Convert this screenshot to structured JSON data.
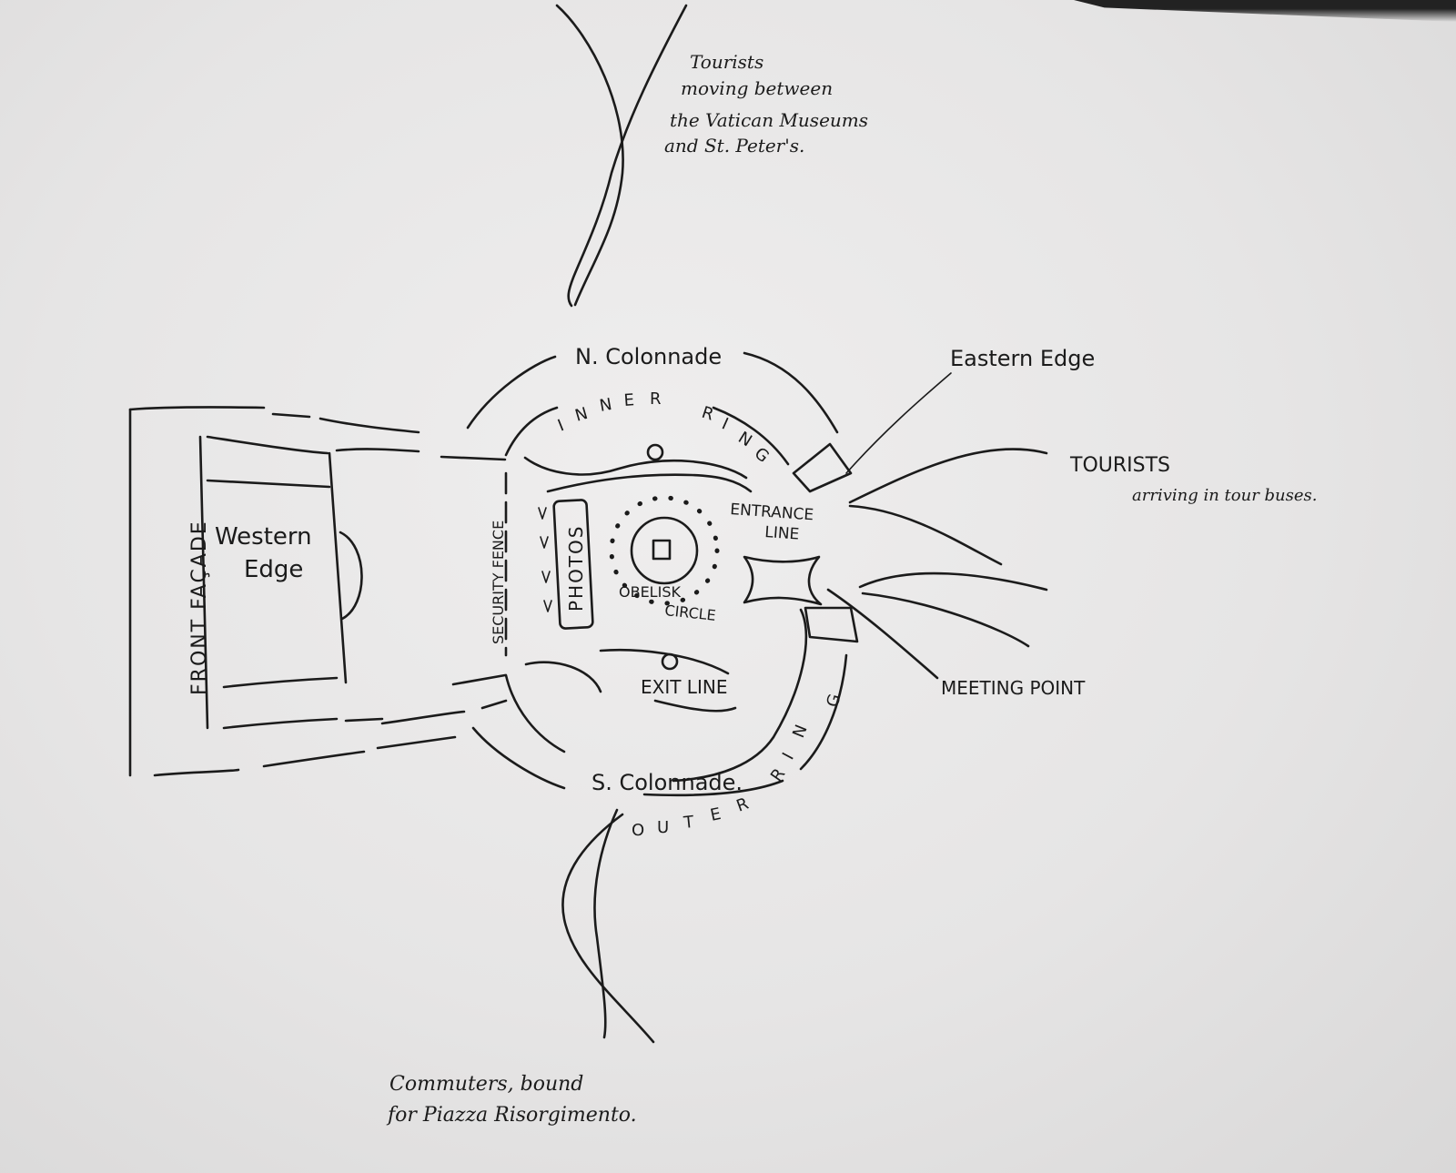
{
  "labels": {
    "north_flow": [
      "Tourists",
      "moving between",
      "the Vatican Museums",
      "and St. Peter's."
    ],
    "south_flow": [
      "Commuters, bound",
      "for Piazza Risorgimento."
    ],
    "n_colonnade": "N. Colonnade",
    "s_colonnade": "S. Colonnade.",
    "inner_ring": [
      "I",
      "N",
      "N",
      "E",
      "R",
      "R",
      "I",
      "N",
      "G"
    ],
    "outer_ring": [
      "O",
      "U",
      "T",
      "E",
      "R",
      "R",
      "I",
      "N",
      "G"
    ],
    "eastern_edge": "Eastern Edge",
    "tourists_title": "TOURISTS",
    "tourists_sub": "arriving in tour buses.",
    "entrance_line": [
      "ENTRANCE",
      "LINE"
    ],
    "meeting_point": "MEETING POINT",
    "western_edge": [
      "Western",
      "Edge"
    ],
    "front_facade": "FRONT FAÇADE",
    "security_fence": "SECURITY FENCE",
    "photos": "PHOTOS",
    "obelisk_circle": [
      "OBELISK",
      "CIRCLE"
    ],
    "exit_line": "EXIT LINE"
  }
}
